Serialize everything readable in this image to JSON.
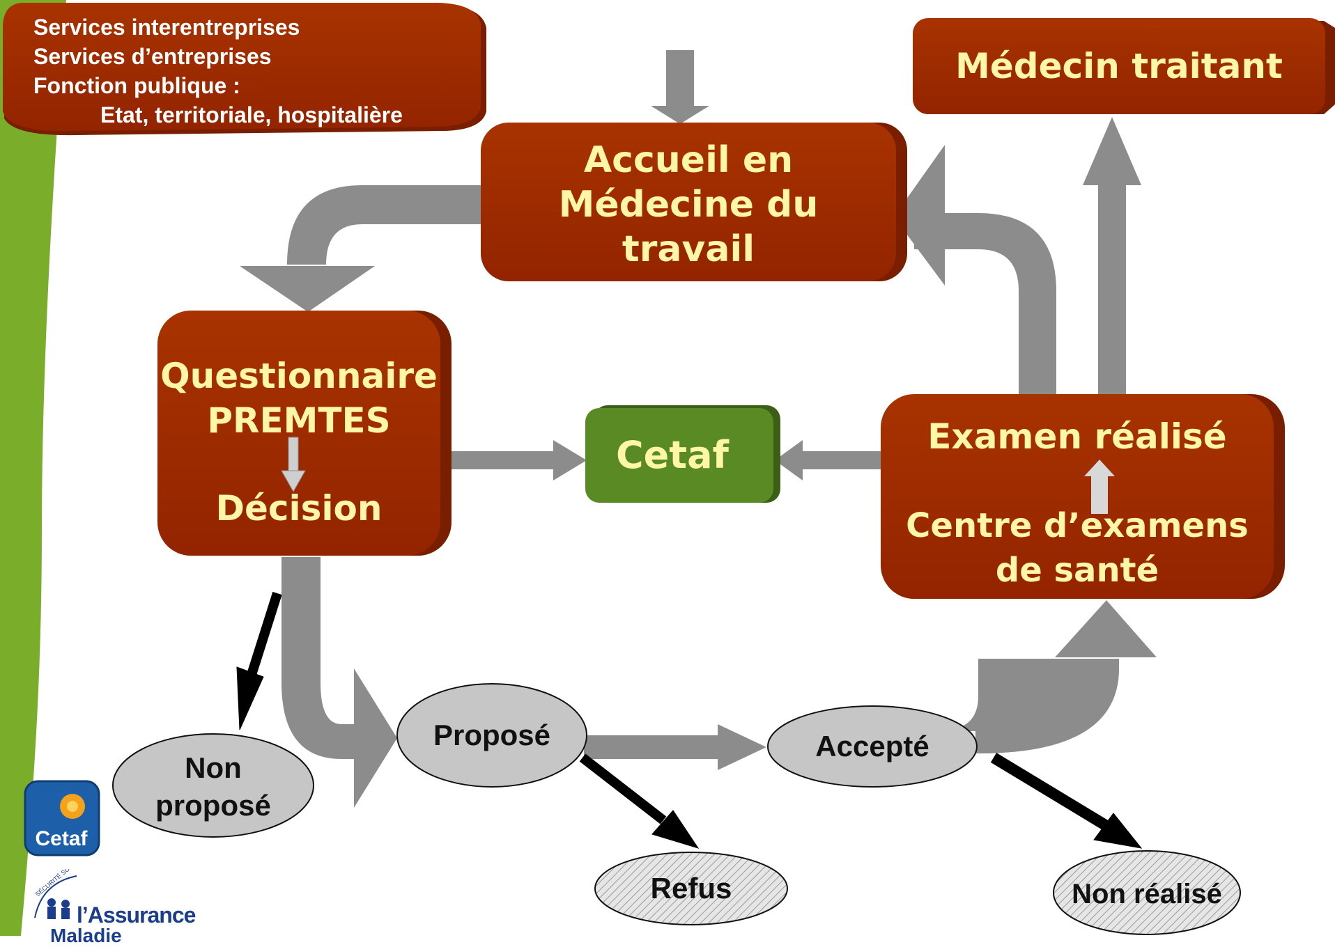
{
  "header": {
    "lines": [
      "Services interentreprises",
      "Services d’entreprises",
      "Fonction publique :"
    ],
    "indented_line": "Etat, territoriale, hospitalière"
  },
  "nodes": {
    "medecin_traitant": "Médecin traitant",
    "accueil": [
      "Accueil en",
      "Médecine du",
      "travail"
    ],
    "questionnaire": [
      "Questionnaire",
      "PREMTES"
    ],
    "decision": "Décision",
    "cetaf": "Cetaf",
    "examen": "Examen réalisé",
    "centre": [
      "Centre d’examens",
      "de santé"
    ],
    "non_propose": [
      "Non",
      "proposé"
    ],
    "propose": "Proposé",
    "accepte": "Accepté",
    "refus": "Refus",
    "non_realise": "Non réalisé"
  },
  "logos": {
    "cetaf": "Cetaf",
    "assurance": "l’Assurance",
    "assurance_sub": "Maladie",
    "securite": "SÉCURITÉ SOCIALE"
  },
  "colors": {
    "box_red": "#9a2a00",
    "box_green": "#4f7d1f",
    "arrow_gray": "#8c8c8c",
    "ellipse_gray": "#c6c6c6",
    "label_yellow": "#fff6a8",
    "band_green": "#7aae2a"
  }
}
